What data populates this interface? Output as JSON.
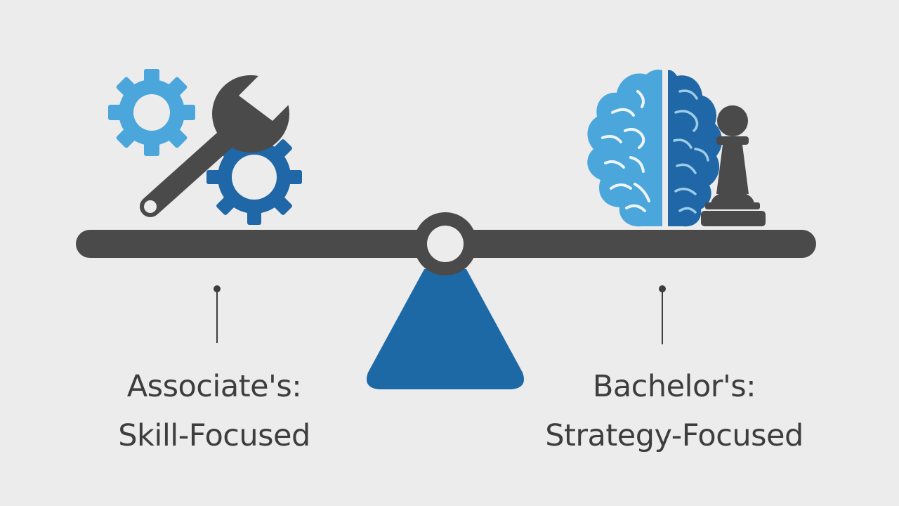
{
  "left": {
    "title": "Associate's:",
    "subtitle": "Skill-Focused",
    "icons": [
      "gear-icon",
      "wrench-icon",
      "gear-icon"
    ]
  },
  "right": {
    "title": "Bachelor's:",
    "subtitle": "Strategy-Focused",
    "icons": [
      "brain-icon",
      "chess-pawn-icon"
    ]
  },
  "colors": {
    "background": "#ececec",
    "beam": "#4a4a4a",
    "fulcrum": "#1d69a6",
    "light_blue": "#4aa6db",
    "dark_blue": "#1f67a6",
    "text": "#3d3d3d"
  }
}
